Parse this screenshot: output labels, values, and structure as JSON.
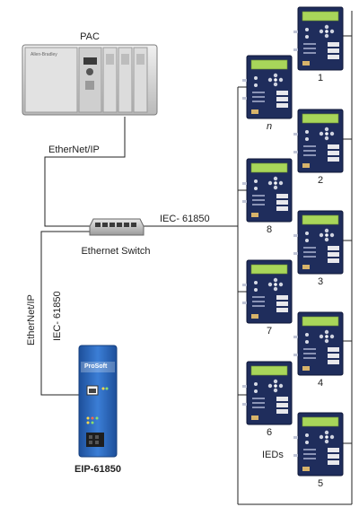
{
  "labels": {
    "pac": "PAC",
    "ethernet_ip_top": "EtherNet/IP",
    "iec_horizontal": "IEC- 61850",
    "ethernet_switch": "Ethernet Switch",
    "ethernet_ip_vertical": "EtherNet/IP",
    "iec_vertical": "IEC- 61850",
    "gateway_name": "EIP-61850",
    "gateway_brand": "ProSoft",
    "ieds": "IEDs",
    "plc_brand": "Allen-Bradley"
  },
  "ieds": [
    {
      "label": "1"
    },
    {
      "label": "n"
    },
    {
      "label": "2"
    },
    {
      "label": "8"
    },
    {
      "label": "3"
    },
    {
      "label": "7"
    },
    {
      "label": "4"
    },
    {
      "label": "6"
    },
    {
      "label": "5"
    }
  ],
  "colors": {
    "ied_body": "#1f2d5c",
    "ied_screen": "#a8d65a",
    "gateway_blue": "#2b6cc4",
    "line": "#222222"
  }
}
